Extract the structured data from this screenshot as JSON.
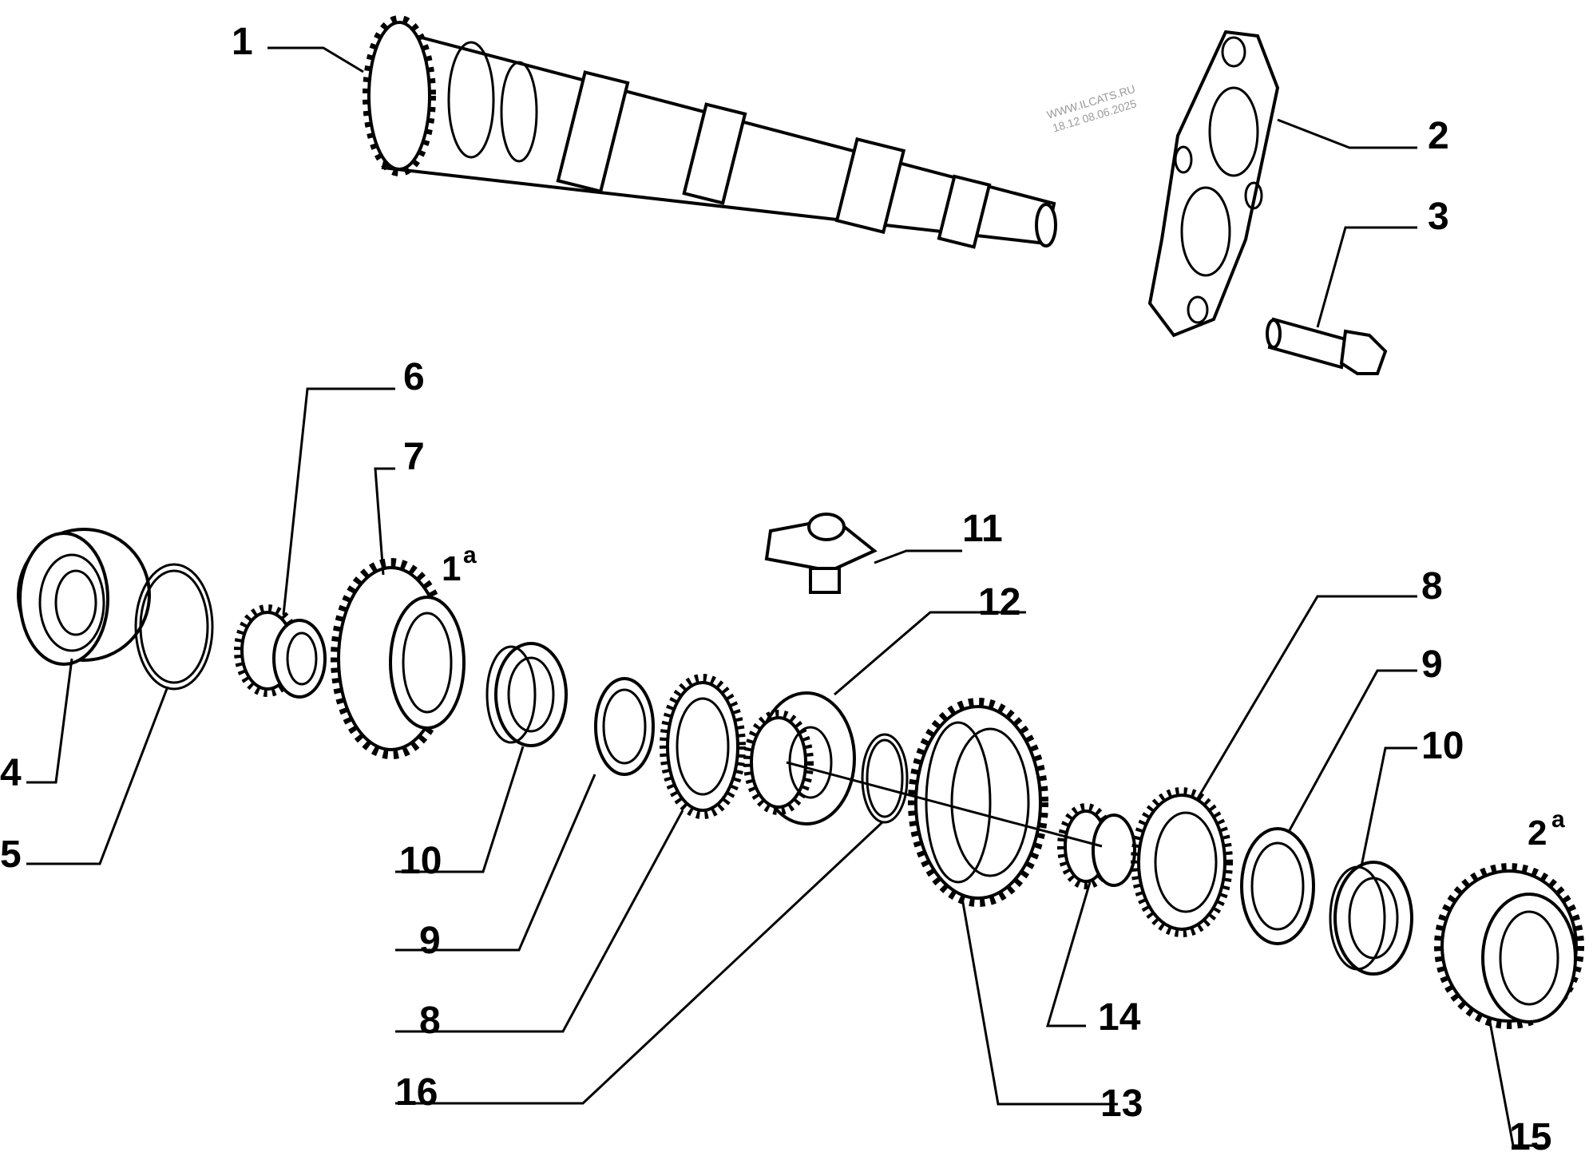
{
  "watermark": {
    "line1": "WWW.ILCATS.RU",
    "line2": "18.12 08.06.2025"
  },
  "callouts": {
    "c1": "1",
    "c2": "2",
    "c3": "3",
    "c4": "4",
    "c5": "5",
    "c6": "6",
    "c7": "7",
    "c8a": "8",
    "c8b": "8",
    "c9a": "9",
    "c9b": "9",
    "c10a": "10",
    "c10b": "10",
    "c11": "11",
    "c12": "12",
    "c13": "13",
    "c14": "14",
    "c15": "15",
    "c16": "16"
  },
  "gear_labels": {
    "first_num": "1",
    "first_sup": "a",
    "second_num": "2",
    "second_sup": "a"
  }
}
